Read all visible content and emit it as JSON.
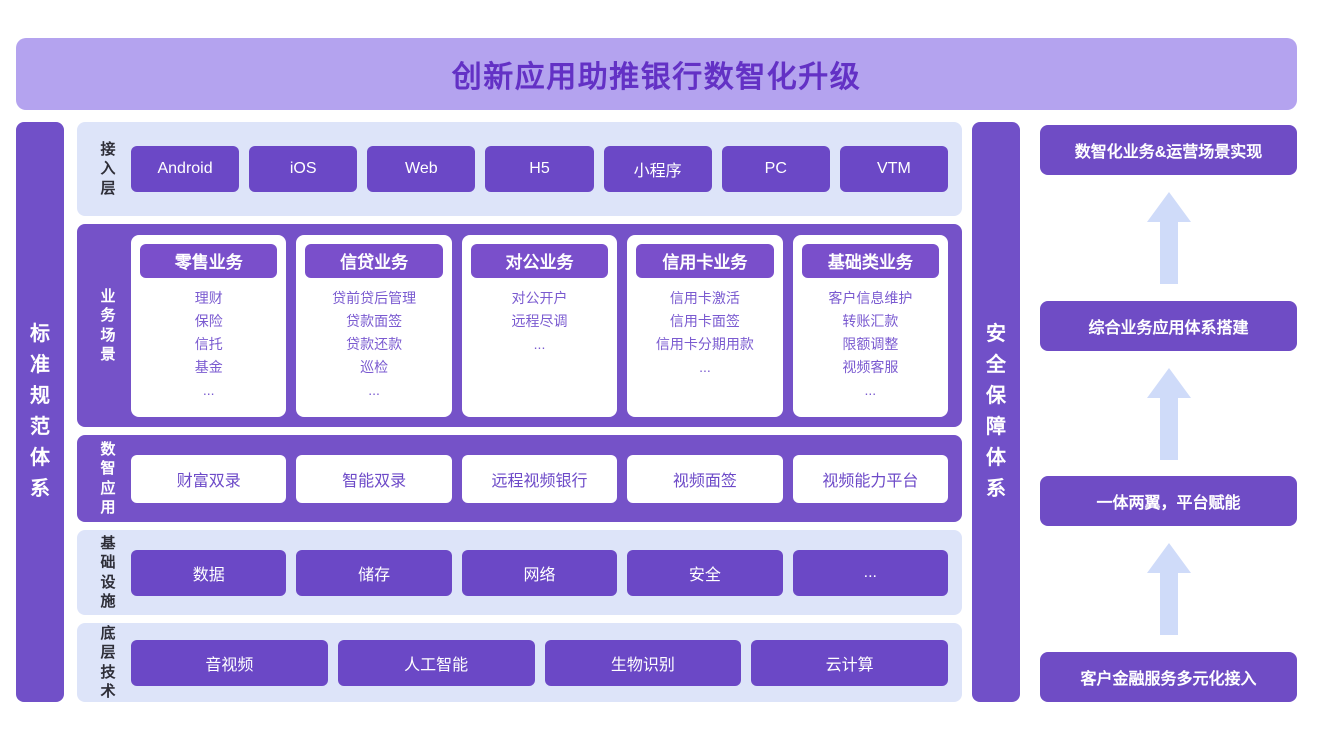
{
  "title": "创新应用助推银行数智化升级",
  "left_bar": {
    "label": "标准规范体系"
  },
  "right_bar": {
    "label": "安全保障体系"
  },
  "layers": {
    "access": {
      "label": "接入层",
      "items": [
        "Android",
        "iOS",
        "Web",
        "H5",
        "小程序",
        "PC",
        "VTM"
      ]
    },
    "business": {
      "label": "业务场景",
      "cards": [
        {
          "title": "零售业务",
          "items": [
            "理财",
            "保险",
            "信托",
            "基金",
            "..."
          ]
        },
        {
          "title": "信贷业务",
          "items": [
            "贷前贷后管理",
            "贷款面签",
            "贷款还款",
            "巡检",
            "..."
          ]
        },
        {
          "title": "对公业务",
          "items": [
            "对公开户",
            "远程尽调",
            "..."
          ]
        },
        {
          "title": "信用卡业务",
          "items": [
            "信用卡激活",
            "信用卡面签",
            "信用卡分期用款",
            "..."
          ]
        },
        {
          "title": "基础类业务",
          "items": [
            "客户信息维护",
            "转账汇款",
            "限额调整",
            "视频客服",
            "..."
          ]
        }
      ]
    },
    "apps": {
      "label": "数智应用",
      "items": [
        "财富双录",
        "智能双录",
        "远程视频银行",
        "视频面签",
        "视频能力平台"
      ]
    },
    "infrastructure": {
      "label": "基础设施",
      "items": [
        "数据",
        "储存",
        "网络",
        "安全",
        "..."
      ]
    },
    "technology": {
      "label": "底层技术",
      "items": [
        "音视频",
        "人工智能",
        "生物识别",
        "云计算"
      ]
    }
  },
  "roadmap": {
    "steps": [
      "数智化业务&运营场景实现",
      "综合业务应用体系搭建",
      "一体两翼，平台赋能",
      "客户金融服务多元化接入"
    ],
    "arrow_direction": "up"
  },
  "colors": {
    "banner_bg": "#b4a3ef",
    "title_text": "#6331c5",
    "side_bar": "#7150c8",
    "band_purple": "#7552c8",
    "band_light": "#dde4f9",
    "button_purple": "#6b48c6",
    "card_header": "#7a4fcb",
    "card_text": "#7a5ad0",
    "roadmap_box": "#6f4cc5",
    "arrow": "#cfdbf9",
    "label_dark": "#2e2e38"
  }
}
